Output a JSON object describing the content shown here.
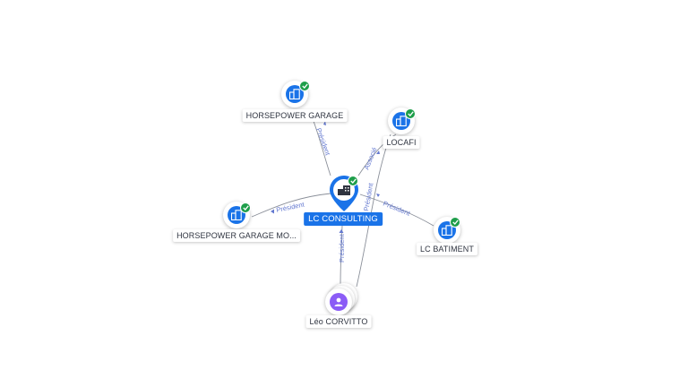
{
  "center": {
    "label": "LC CONSULTING"
  },
  "nodes": [
    {
      "id": "hp-garage",
      "label": "HORSEPOWER GARAGE",
      "type": "company",
      "verified": true
    },
    {
      "id": "locafi",
      "label": "LOCAFI",
      "type": "company",
      "verified": true
    },
    {
      "id": "hp-garage-mo",
      "label": "HORSEPOWER GARAGE MO...",
      "type": "company",
      "verified": true
    },
    {
      "id": "lc-batiment",
      "label": "LC BATIMENT",
      "type": "company",
      "verified": true
    },
    {
      "id": "leo",
      "label": "Léo CORVITTO",
      "type": "person",
      "verified": false
    }
  ],
  "edges": {
    "hp_garage": "Président",
    "locafi_1": "Associé",
    "locafi_2": "Président",
    "hp_garage_mo": "Président",
    "lc_batiment": "Président",
    "leo_1": "Président",
    "leo_2": "Président"
  },
  "colors": {
    "company": "#1a73e8",
    "person": "#8b5cf6",
    "verified": "#1e9e4a",
    "edge": "#8a8f99",
    "edge_label": "#6378d0"
  }
}
